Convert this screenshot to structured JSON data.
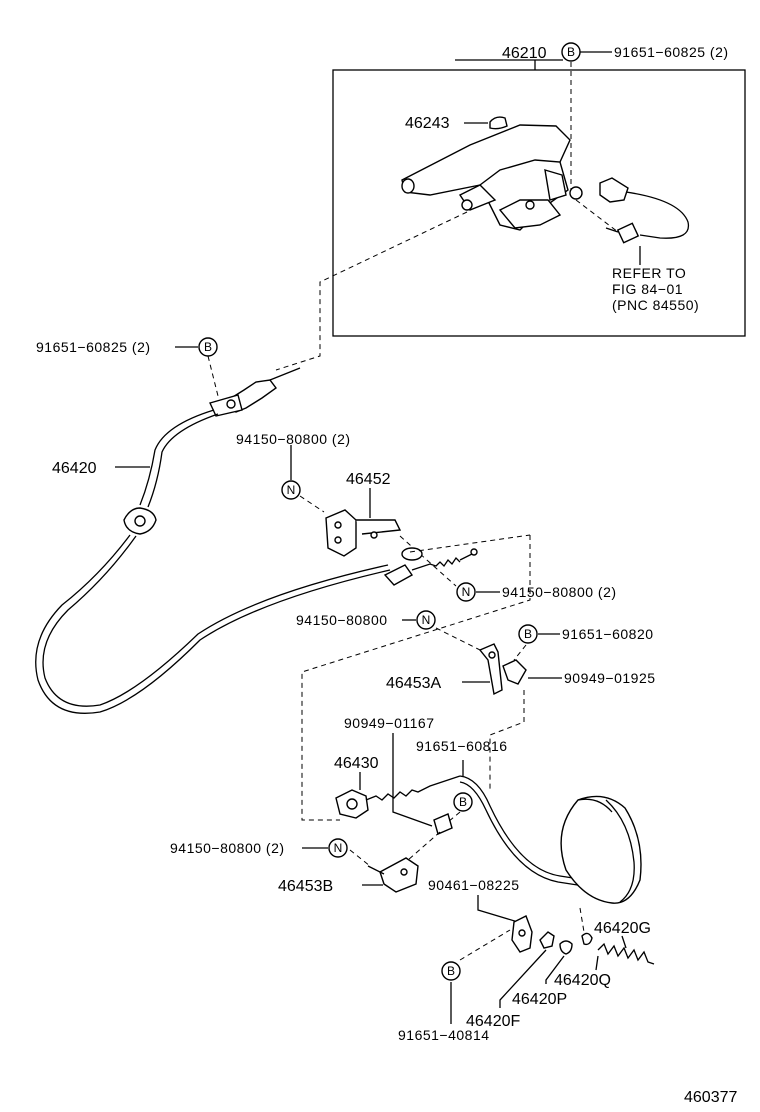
{
  "figure_number": "460377",
  "parts": {
    "p46210": "46210",
    "p46243": "46243",
    "p46420": "46420",
    "p46452": "46452",
    "p46453A": "46453A",
    "p46430": "46430",
    "p46453B": "46453B",
    "p46420G": "46420G",
    "p46420Q": "46420Q",
    "p46420P": "46420P",
    "p46420F": "46420F"
  },
  "fasteners": {
    "f_91651_60825_top": "91651−60825 (2)",
    "f_91651_60825_left": "91651−60825 (2)",
    "f_94150_80800_2_a": "94150−80800 (2)",
    "f_94150_80800_2_b": "94150−80800 (2)",
    "f_94150_80800": "94150−80800",
    "f_91651_60820": "91651−60820",
    "f_90949_01925": "90949−01925",
    "f_90949_01167": "90949−01167",
    "f_91651_60816": "91651−60816",
    "f_94150_80800_2_c": "94150−80800 (2)",
    "f_90461_08225": "90461−08225",
    "f_91651_40814": "91651−40814"
  },
  "callouts": {
    "B": "B",
    "N": "N"
  },
  "refer_note": {
    "line1": "REFER TO",
    "line2": "FIG 84−01",
    "line3": "(PNC 84550)"
  }
}
